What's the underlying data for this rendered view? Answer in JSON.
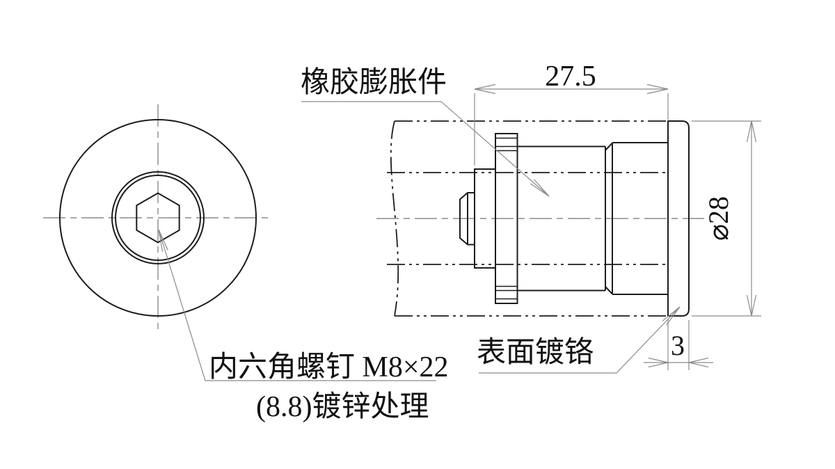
{
  "annotations": {
    "rubber_part": "橡胶膨胀件",
    "screw_spec": "内六角螺钉 M8×22",
    "screw_finish": "(8.8)镀锌处理",
    "surface_finish": "表面镀铬"
  },
  "dimensions": {
    "overall_length": "27.5",
    "end_cap_diameter": "⌀28",
    "end_cap_thickness": "3"
  },
  "colors": {
    "outline": "#1c1c1c",
    "dimension": "#8a8a8a",
    "background": "#ffffff"
  }
}
